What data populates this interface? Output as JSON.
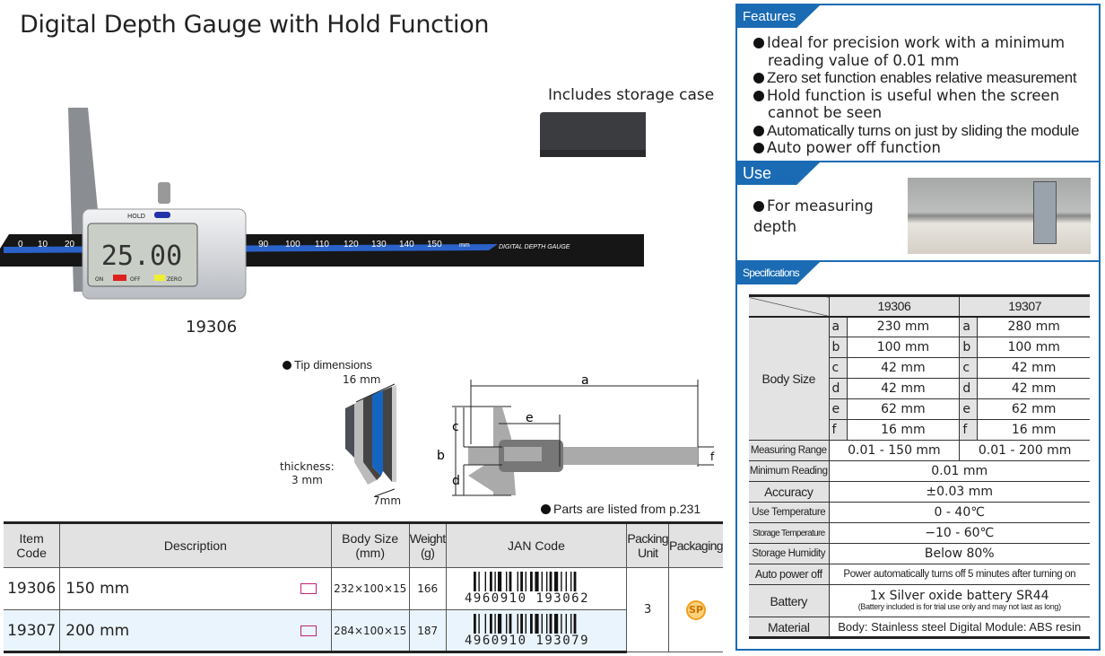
{
  "title": "Digital Depth Gauge with Hold Function",
  "case_label": "Includes storage case",
  "model_label": "19306",
  "gauge": {
    "display": "25.00",
    "hold": "HOLD",
    "on": "ON",
    "off": "OFF",
    "zero": "ZERO",
    "scale": [
      "0",
      "10",
      "20",
      "90",
      "100",
      "110",
      "120",
      "130",
      "140",
      "150",
      "mm"
    ],
    "brand_text": "DIGITAL DEPTH GAUGE"
  },
  "tip": {
    "heading": "Tip dimensions",
    "width": "16 mm",
    "thickness": "thickness:\n3 mm",
    "thickness_label": "thickness:",
    "thickness_value": "3 mm",
    "tip": "7mm"
  },
  "diagram": {
    "a": "a",
    "b": "b",
    "c": "c",
    "d": "d",
    "e": "e",
    "f": "f"
  },
  "parts_note": "Parts are listed from p.231",
  "features": {
    "header": "Features",
    "items": [
      "Ideal for precision work with a minimum reading value of 0.01 mm",
      "Zero set function enables relative measurement",
      "Hold function is useful when the screen cannot be seen",
      "Automatically turns on just by sliding the module",
      "Auto power off function"
    ]
  },
  "use": {
    "header": "Use",
    "text": "For measuring depth"
  },
  "specs": {
    "header": "Specifications",
    "models": [
      "19306",
      "19307"
    ],
    "body_size_label": "Body Size",
    "body_size": [
      [
        "a",
        "230 mm",
        "a",
        "280 mm"
      ],
      [
        "b",
        "100 mm",
        "b",
        "100 mm"
      ],
      [
        "c",
        "42 mm",
        "c",
        "42 mm"
      ],
      [
        "d",
        "42 mm",
        "d",
        "42 mm"
      ],
      [
        "e",
        "62 mm",
        "e",
        "62 mm"
      ],
      [
        "f",
        "16 mm",
        "f",
        "16 mm"
      ]
    ],
    "measuring_range": {
      "label": "Measuring Range",
      "v1": "0.01 - 150 mm",
      "v2": "0.01 - 200 mm"
    },
    "rows": [
      {
        "label": "Minimum Reading",
        "value": "0.01 mm"
      },
      {
        "label": "Accuracy",
        "value": "±0.03 mm"
      },
      {
        "label": "Use Temperature",
        "value": "0 - 40℃"
      },
      {
        "label": "Storage Temperature",
        "value": "−10 - 60℃"
      },
      {
        "label": "Storage Humidity",
        "value": "Below 80%"
      },
      {
        "label": "Auto power off",
        "value": "Power automatically turns off 5 minutes after turning on"
      }
    ],
    "battery": {
      "label": "Battery",
      "value": "1x Silver oxide battery SR44",
      "note": "(Battery included is for trial use only and may not last as long)"
    },
    "material": {
      "label": "Material",
      "value": "Body: Stainless steel  Digital Module: ABS resin"
    }
  },
  "products": {
    "headers": {
      "code": "Item Code",
      "desc": "Description",
      "size": "Body Size (mm)",
      "weight": "Weight (g)",
      "jan": "JAN Code",
      "unit": "Packing Unit",
      "pack": "Packaging"
    },
    "rows": [
      {
        "code": "19306",
        "desc": "150 mm",
        "size": "232×100×15",
        "weight": "166",
        "jan_first": "4",
        "jan_rest": "960910 193062"
      },
      {
        "code": "19307",
        "desc": "200 mm",
        "size": "284×100×15",
        "weight": "187",
        "jan_first": "4",
        "jan_rest": "960910 193079"
      }
    ],
    "packing_unit": "3",
    "packaging": "SP"
  },
  "colors": {
    "brand_blue": "#1a6bb3",
    "scale_blue": "#2a62c9",
    "row_alt": "#eaf4fc"
  }
}
